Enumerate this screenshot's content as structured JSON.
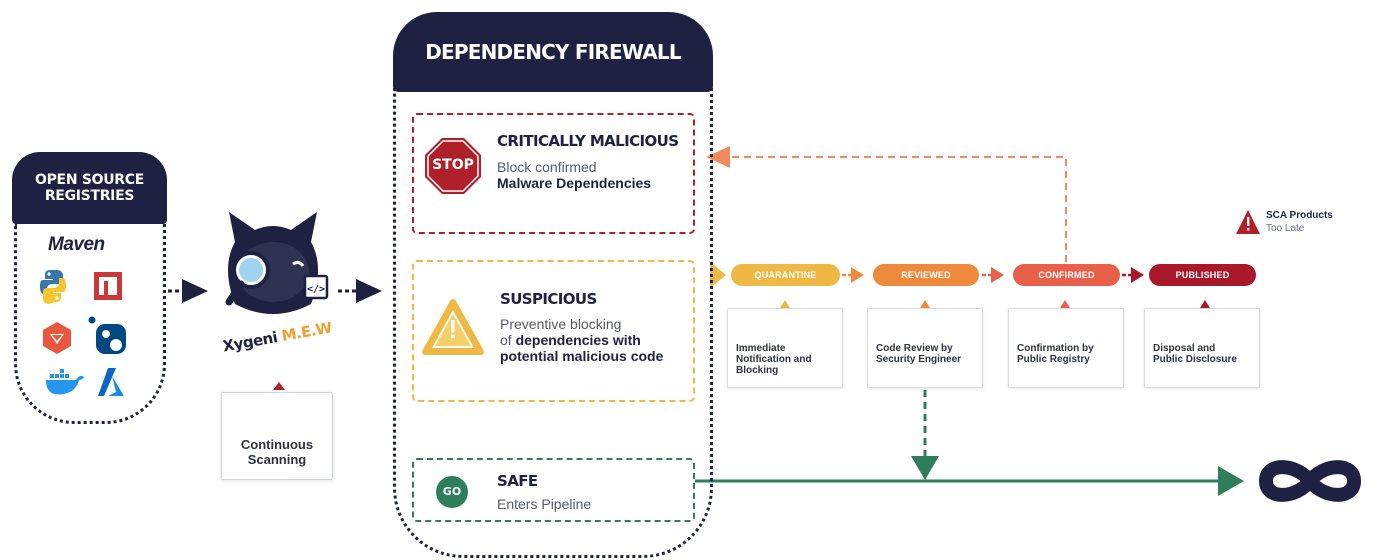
{
  "registries": {
    "title_line1": "OPEN SOURCE",
    "title_line2": "REGISTRIES",
    "maven_label": "Maven",
    "icons": [
      "python-icon",
      "npm-icon",
      "ruby-gems-icon",
      "nuget-icon",
      "docker-icon",
      "azure-icon"
    ]
  },
  "scanner": {
    "logo_part1": "Xygeni",
    "logo_part2": "M.E.W",
    "scan_label_line1": "Continuous",
    "scan_label_line2": "Scanning"
  },
  "firewall": {
    "title": "DEPENDENCY FIREWALL",
    "critical": {
      "badge": "STOP",
      "title": "CRITICALLY MALICIOUS",
      "line1": "Block confirmed",
      "line2": "Malware Dependencies"
    },
    "suspicious": {
      "badge": "!",
      "title": "SUSPICIOUS",
      "line1": "Preventive blocking",
      "line2_prefix": "of ",
      "line2_bold": "dependencies with",
      "line3": "potential malicious code"
    },
    "safe": {
      "badge": "GO",
      "title": "SAFE",
      "line1": "Enters Pipeline"
    }
  },
  "pipeline": {
    "stages": [
      {
        "label": "QUARANTINE",
        "color": "#efb844"
      },
      {
        "label": "REVIEWED",
        "color": "#ef8a3d"
      },
      {
        "label": "CONFIRMED",
        "color": "#e8604a"
      },
      {
        "label": "PUBLISHED",
        "color": "#a8182a"
      }
    ],
    "cards": [
      {
        "line1": "Immediate",
        "line2": "Notification and",
        "line3": "Blocking"
      },
      {
        "line1": "Code Review by",
        "line2": "Security Engineer",
        "line3": ""
      },
      {
        "line1": "Confirmation by",
        "line2": "Public Registry",
        "line3": ""
      },
      {
        "line1": "Disposal and",
        "line2": "Public Disclosure",
        "line3": ""
      }
    ],
    "sca": {
      "title": "SCA Products",
      "subtitle": "Too Late"
    }
  },
  "colors": {
    "navy": "#1e2142",
    "critical": "#b0202b",
    "suspicious": "#efb844",
    "safe": "#2e7d5b",
    "dashed_return": "#ef8a5a"
  }
}
